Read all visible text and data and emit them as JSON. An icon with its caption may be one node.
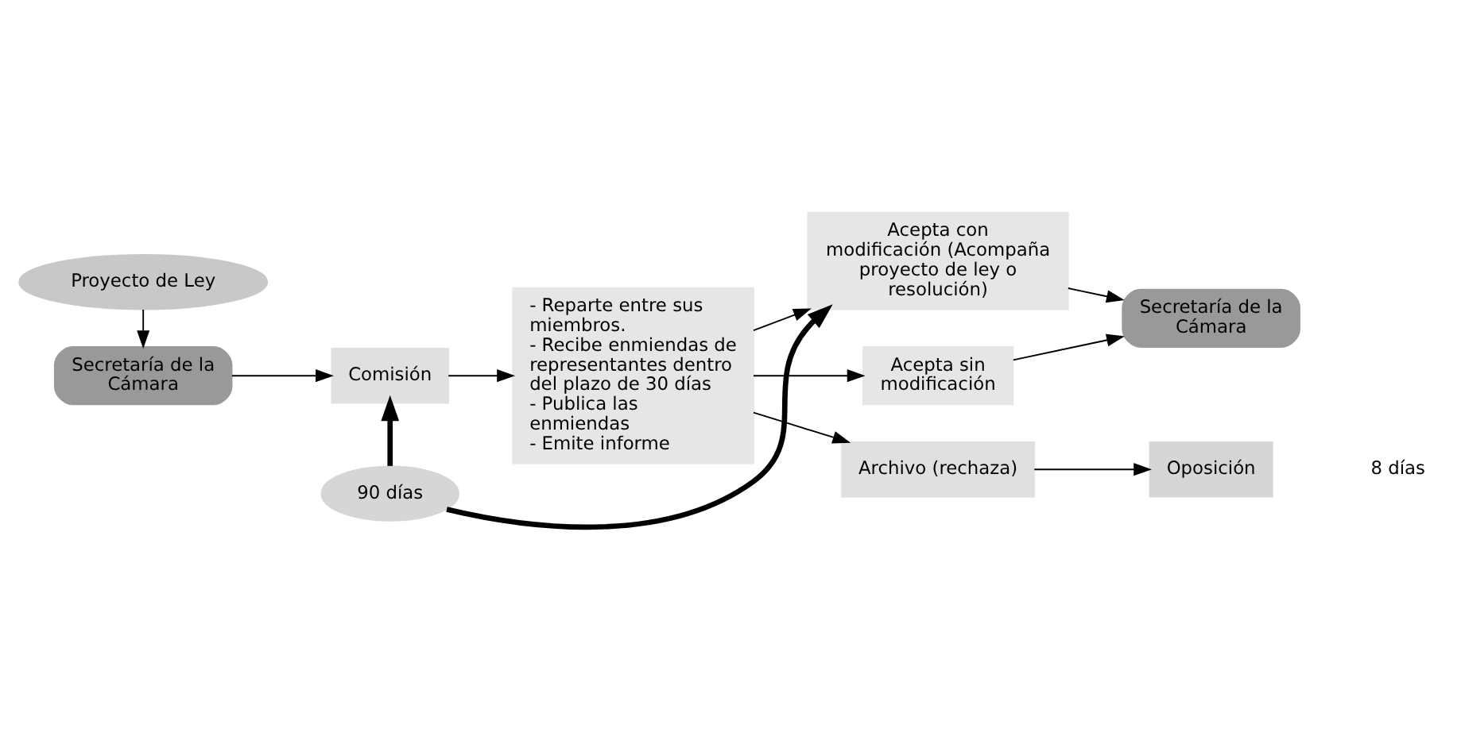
{
  "diagram": {
    "nodes": [
      {
        "text": [
          "Proyecto de Ley"
        ]
      },
      {
        "text": [
          "Secretaría de la Cámara"
        ]
      },
      {
        "text": [
          "Comisión"
        ]
      },
      {
        "text": [
          "- Reparte entre sus miembros.",
          "- Recibe enmiendas de representantes dentro del plazo de 30 días",
          "- Publica las enmiendas",
          "- Emite informe"
        ]
      },
      {
        "text": [
          "90 días"
        ]
      },
      {
        "text": [
          "Acepta con modificación (Acompaña proyecto de ley o resolución)"
        ]
      },
      {
        "text": [
          "Acepta sin modificación"
        ]
      },
      {
        "text": [
          "Archivo (rechaza)"
        ]
      },
      {
        "text": [
          "Secretaría de la Cámara"
        ]
      },
      {
        "text": [
          "Oposición"
        ]
      }
    ],
    "edges": [
      {
        "from": 0,
        "to": 1,
        "arrow": "to"
      },
      {
        "from": 1,
        "to": 2,
        "arrow": "to"
      },
      {
        "from": 2,
        "to": 3,
        "arrow": "to"
      },
      {
        "from": 4,
        "to": 2,
        "arrow": "to",
        "style": "thick"
      },
      {
        "from": 4,
        "to": 5,
        "arrow": "to",
        "style": "thick"
      },
      {
        "from": 3,
        "to": 5,
        "arrow": "to"
      },
      {
        "from": 3,
        "to": 6,
        "arrow": "to"
      },
      {
        "from": 3,
        "to": 7,
        "arrow": "to"
      },
      {
        "from": 5,
        "to": 8,
        "arrow": "to"
      },
      {
        "from": 6,
        "to": 8,
        "arrow": "to"
      },
      {
        "from": 7,
        "to": 9,
        "arrow": "to"
      }
    ],
    "labels": [
      "8 días"
    ]
  }
}
